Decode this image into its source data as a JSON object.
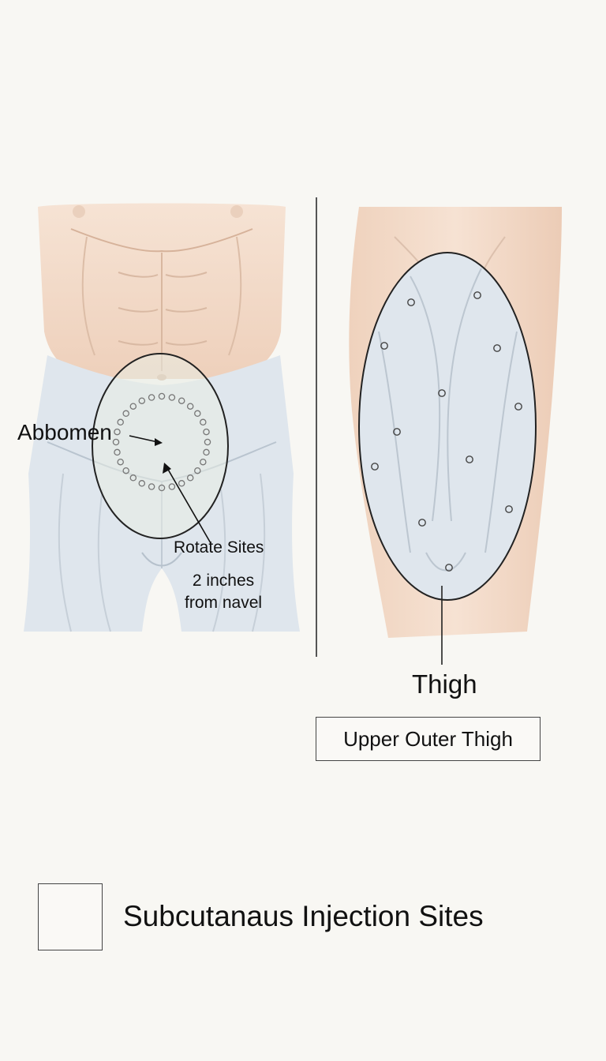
{
  "labels": {
    "abdomen": "Abbomen",
    "rotate": "Rotate Sites",
    "distance": "2 inches\nfrom navel",
    "thigh": "Thigh",
    "thigh_subtitle": "Upper Outer Thigh"
  },
  "title": "Subcutanaus Injection Sites",
  "icons": {
    "header_icon": "syringe-icon"
  },
  "colors": {
    "background": "#f8f7f3",
    "skin": "#f2d6c2",
    "cloth": "#dde5ec",
    "outline": "#222222"
  }
}
